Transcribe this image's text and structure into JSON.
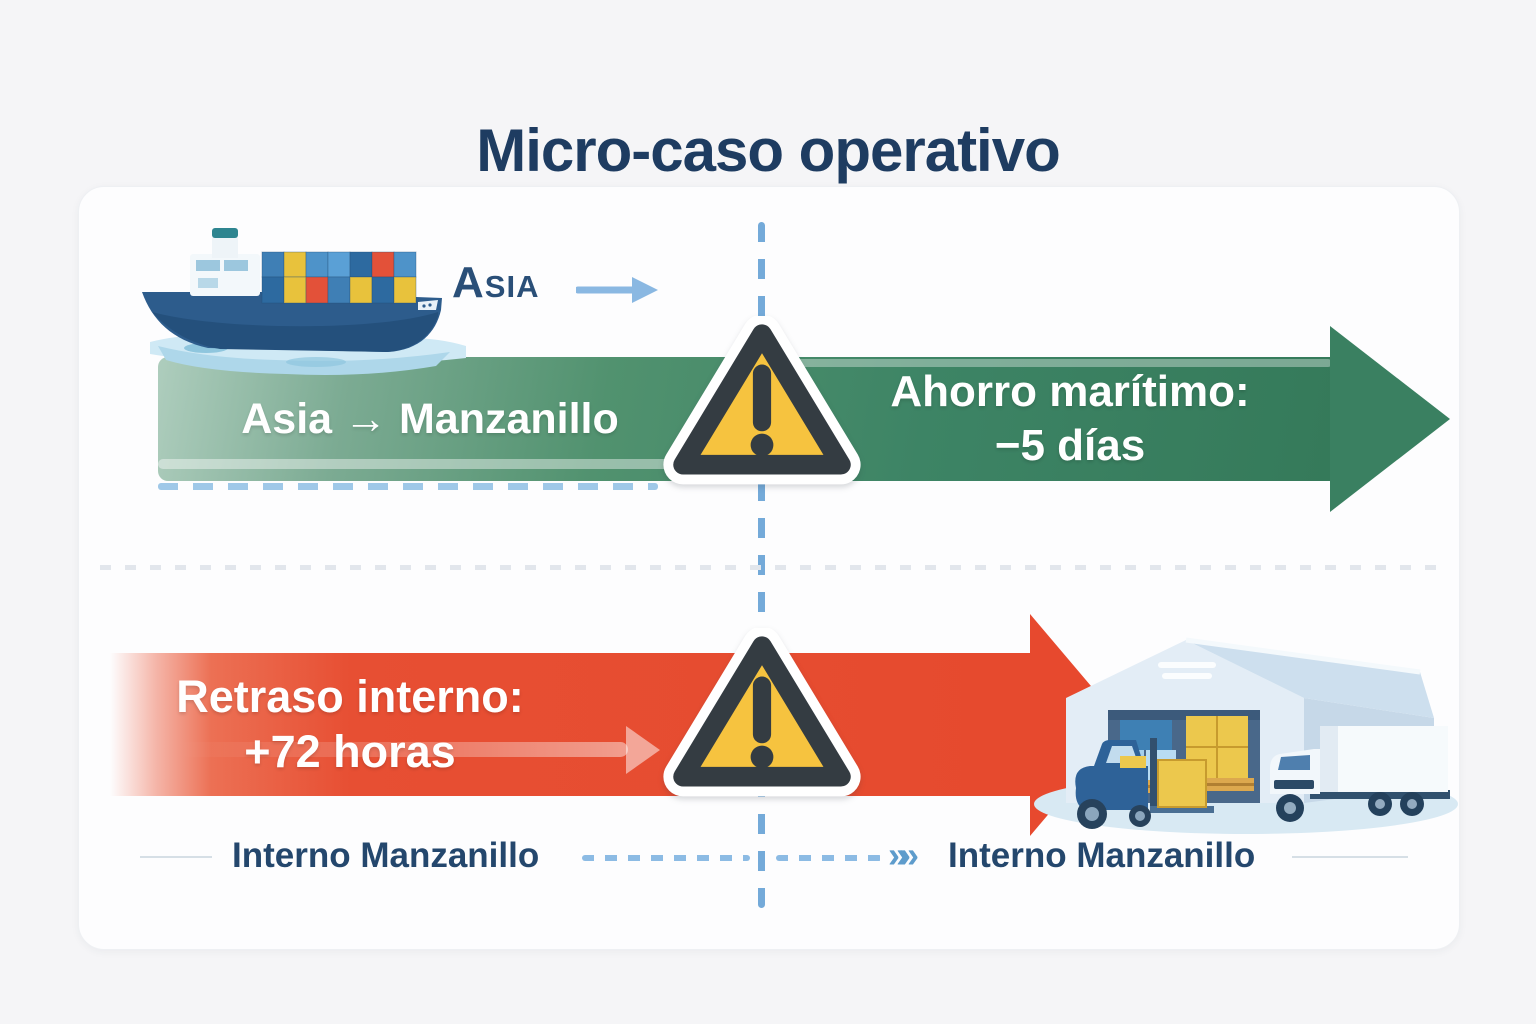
{
  "title": "Micro-caso operativo",
  "maritime": {
    "origin": "Asia",
    "route": "Asia → Manzanillo",
    "benefit_line1": "Ahorro marítimo:",
    "benefit_line2": "−5 días"
  },
  "internal": {
    "delay_line1": "Retraso interno:",
    "delay_line2": "+72 horas",
    "left_label": "Interno Manzanillo",
    "right_label": "Interno Manzanillo",
    "chevron": "»»"
  },
  "icons": {
    "ship": "container-ship-icon",
    "warning": "warning-triangle-icon",
    "warehouse": "warehouse-truck-forklift-icon",
    "origin_arrow": "right-arrow-icon"
  },
  "colors": {
    "title": "#1e3c61",
    "navy": "#24476d",
    "asia": "#2a4f78",
    "green_main": "#3d8465",
    "green_light": "#aecdbd",
    "green_head": "#3a8061",
    "red_main": "#e74f33",
    "red_head": "#e7492e",
    "warn_fill": "#f6c33f",
    "warn_stroke": "#343c42",
    "dash_blue": "#74aad9",
    "dash_blue_light": "#9fc8e8",
    "dot_gray": "#e2e6ec",
    "card": "#fdfdfe"
  }
}
